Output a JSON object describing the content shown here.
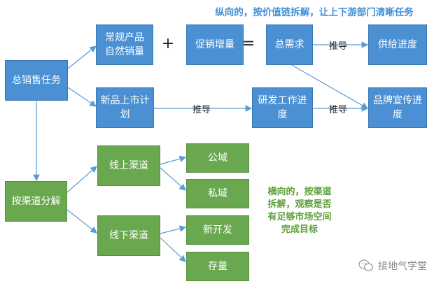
{
  "notes": {
    "top": "纵向的，按价值链拆解，让上下游部门清晰任务",
    "right": "横向的，按渠道\n拆解，观察是否\n有足够市场空间\n完成目标"
  },
  "nodes": {
    "total_sales": "总销售任务",
    "regular_sales": "常规产品\n自然销量",
    "promo_increase": "促销增量",
    "total_demand": "总需求",
    "supply_progress": "供给进度",
    "new_launch": "新品上市计\n划",
    "rd_progress": "研发工作进\n度",
    "brand_promo": "品牌宣传进\n度",
    "by_channel": "按渠道分解",
    "online": "线上渠道",
    "offline": "线下渠道",
    "public_domain": "公域",
    "private_domain": "私域",
    "new_dev": "新开发",
    "existing": "存量"
  },
  "labels": {
    "plus": "+",
    "equals": "=",
    "push_1": "推导",
    "push_2": "推导",
    "push_3": "推导"
  },
  "watermark": "接地气学堂",
  "colors": {
    "blue_box": "#4a90d2",
    "green_box": "#6aa84f",
    "connector": "#5b9bd5",
    "note_blue": "#3d8fd6",
    "note_green": "#5f9f3a"
  }
}
